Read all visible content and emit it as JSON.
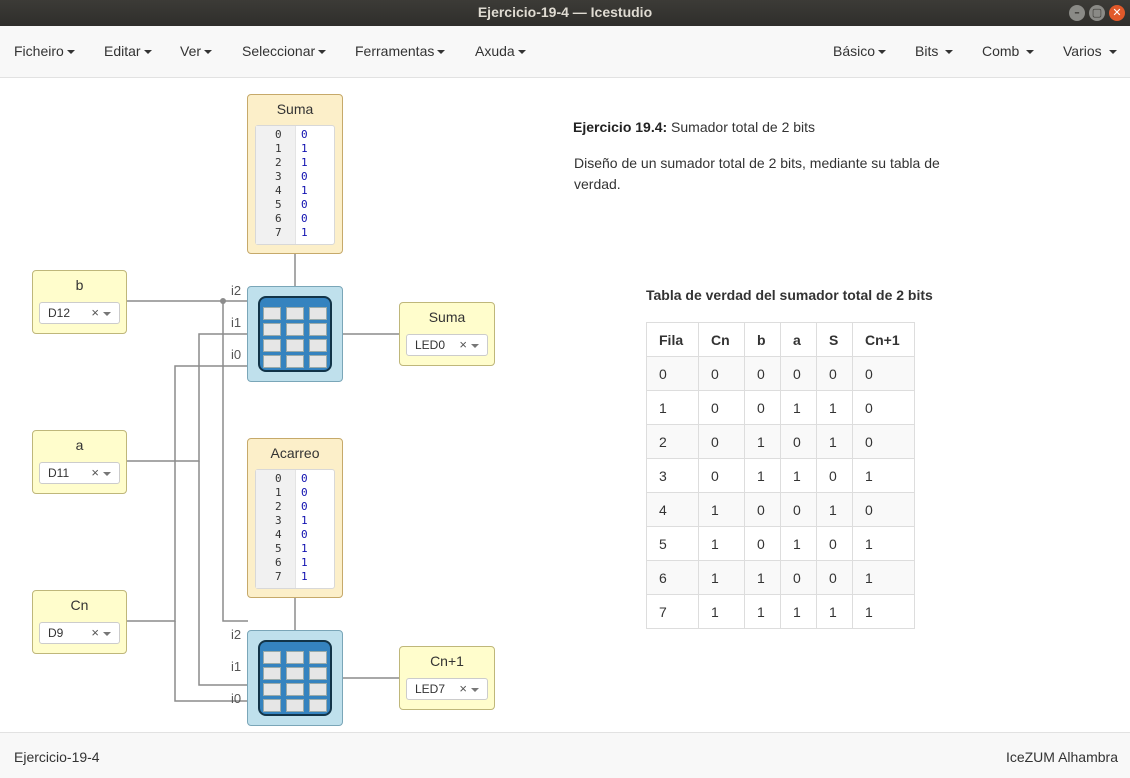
{
  "window": {
    "title": "Ejercicio-19-4 — Icestudio",
    "buttons": {
      "minimize": "–",
      "maximize": "▢",
      "close": "✕"
    }
  },
  "menu": {
    "left": [
      "Ficheiro",
      "Editar",
      "Ver",
      "Seleccionar",
      "Ferramentas",
      "Axuda"
    ],
    "right": [
      "Básico",
      "Bits",
      "Comb",
      "Varios"
    ]
  },
  "inputs": [
    {
      "label": "b",
      "pin": "D12"
    },
    {
      "label": "a",
      "pin": "D11"
    },
    {
      "label": "Cn",
      "pin": "D9"
    }
  ],
  "outputs": [
    {
      "label": "Suma",
      "pin": "LED0"
    },
    {
      "label": "Cn+1",
      "pin": "LED7"
    }
  ],
  "pin_clear": "×",
  "memories": [
    {
      "title": "Suma",
      "addresses": [
        "0",
        "1",
        "2",
        "3",
        "4",
        "5",
        "6",
        "7"
      ],
      "values": [
        "0",
        "1",
        "1",
        "0",
        "1",
        "0",
        "0",
        "1"
      ]
    },
    {
      "title": "Acarreo",
      "addresses": [
        "0",
        "1",
        "2",
        "3",
        "4",
        "5",
        "6",
        "7"
      ],
      "values": [
        "0",
        "0",
        "0",
        "1",
        "0",
        "1",
        "1",
        "1"
      ]
    }
  ],
  "port_labels": [
    "i2",
    "i1",
    "i0"
  ],
  "info": {
    "title_bold": "Ejercicio 19.4:",
    "title_rest": " Sumador total de 2 bits",
    "description": "Diseño de un sumador total de 2 bits, mediante su tabla de verdad."
  },
  "truth_table": {
    "title": "Tabla de verdad del sumador total de 2 bits",
    "headers": [
      "Fila",
      "Cn",
      "b",
      "a",
      "S",
      "Cn+1"
    ],
    "rows": [
      [
        "0",
        "0",
        "0",
        "0",
        "0",
        "0"
      ],
      [
        "1",
        "0",
        "0",
        "1",
        "1",
        "0"
      ],
      [
        "2",
        "0",
        "1",
        "0",
        "1",
        "0"
      ],
      [
        "3",
        "0",
        "1",
        "1",
        "0",
        "1"
      ],
      [
        "4",
        "1",
        "0",
        "0",
        "1",
        "0"
      ],
      [
        "5",
        "1",
        "0",
        "1",
        "0",
        "1"
      ],
      [
        "6",
        "1",
        "1",
        "0",
        "0",
        "1"
      ],
      [
        "7",
        "1",
        "1",
        "1",
        "1",
        "1"
      ]
    ]
  },
  "footer": {
    "left": "Ejercicio-19-4",
    "right": "IceZUM Alhambra"
  }
}
